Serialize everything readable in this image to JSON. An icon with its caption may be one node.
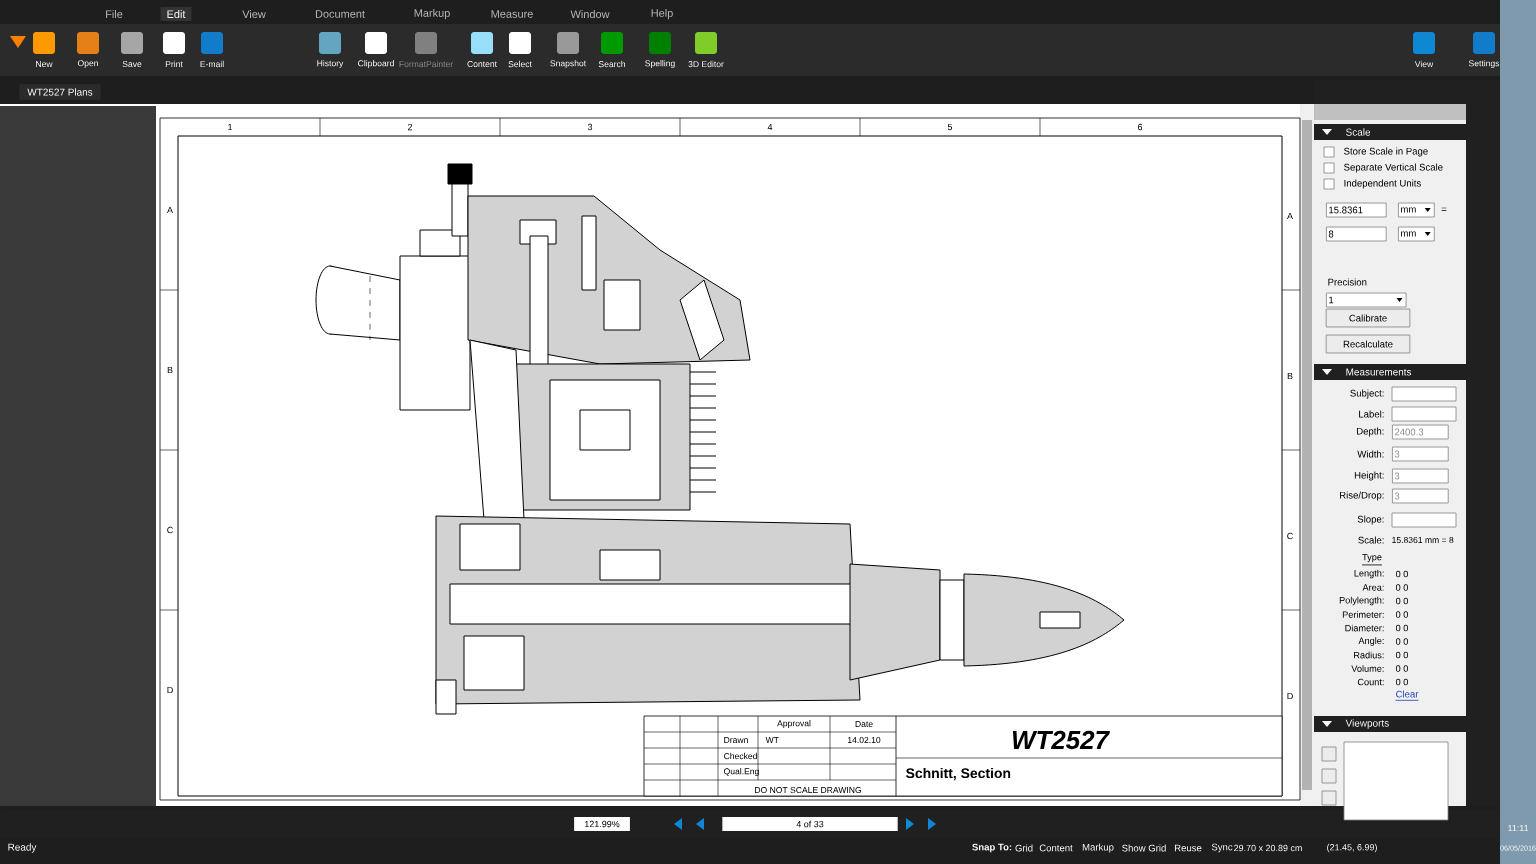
{
  "diagram": {
    "labels": [
      "File",
      "Edit",
      "View",
      "Document",
      "Markup",
      "Measure",
      "Window",
      "Help",
      "New",
      "Open",
      "Save",
      "Print",
      "E-mail",
      "History",
      "Clipboard",
      "FormatPainter",
      "Content",
      "Select",
      "Snapshot",
      "Search",
      "Spelling",
      "3D Editor",
      "View",
      "Settings",
      "WT2527 Plans",
      "1",
      "2",
      "3",
      "4",
      "5",
      "6",
      "A",
      "B",
      "C",
      "D",
      "A",
      "B",
      "C",
      "D",
      "Approval",
      "Date",
      "Drawn",
      "WT",
      "14.02.10",
      "Checked",
      "Qual.Eng",
      "DO NOT SCALE DRAWING",
      "WT2527",
      "Schnitt, Section",
      "Scale",
      "Store Scale in Page",
      "Separate Vertical Scale",
      "Independent Units",
      "15.8361",
      "mm",
      "=",
      "8",
      "mm",
      "Precision",
      "1",
      "Calibrate",
      "Recalculate",
      "Measurements",
      "Subject:",
      "Label:",
      "Depth:",
      "2400.3",
      "Width:",
      "3",
      "Height:",
      "3",
      "Rise/Drop:",
      "3",
      "Slope:",
      "Scale:",
      "15.8361 mm = 8",
      "Type",
      "Length:",
      "0 0",
      "Area:",
      "0 0",
      "Polylength:",
      "0 0",
      "Perimeter:",
      "0 0",
      "Diameter:",
      "0 0",
      "Angle:",
      "0 0",
      "Radius:",
      "0 0",
      "Volume:",
      "0 0",
      "Count:",
      "0 0",
      "Clear",
      "Viewports",
      "121.99%",
      "4 of 33",
      "Ready",
      "Snap To:",
      "Grid",
      "Content",
      "Markup",
      "Show Grid",
      "Reuse",
      "Sync",
      "29.70 x 20.89 cm",
      "(21.45, 6.99)",
      "11:11",
      "06/05/2016"
    ]
  }
}
